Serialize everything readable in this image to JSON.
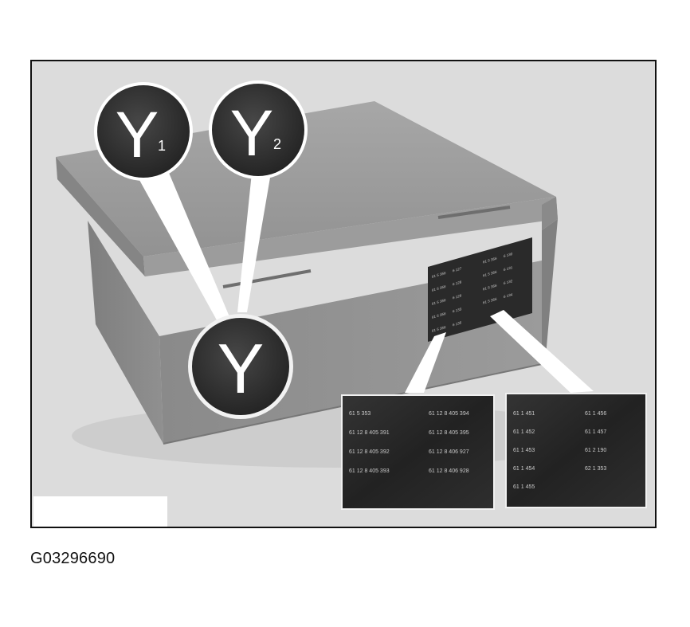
{
  "figure": {
    "id": "G03296690"
  },
  "callouts": {
    "badge_y1": {
      "letter": "Y",
      "sub": "1"
    },
    "badge_y2": {
      "letter": "Y",
      "sub": "2"
    },
    "badge_y": {
      "letter": "Y"
    }
  },
  "label_sheet": {
    "box_rows": [
      [
        "61 5 356",
        "6 127",
        "61 5 356",
        "6 130"
      ],
      [
        "61 5 356",
        "6 128",
        "61 5 356",
        "6 131"
      ],
      [
        "61 5 356",
        "6 129",
        "61 5 356",
        "6 132"
      ],
      [
        "61 5 356",
        "6 133",
        "61 5 356",
        "6 134"
      ],
      [
        "61 5 356",
        "6 135",
        "",
        ""
      ]
    ],
    "left_panel": [
      [
        "61 5 353",
        "61 12 8 405 394"
      ],
      [
        "61 12 8 405 391",
        "61 12 8 405 395"
      ],
      [
        "61 12 8 405 392",
        "61 12 8 406 927"
      ],
      [
        "61 12 8 405 393",
        "61 12 8 406 928"
      ]
    ],
    "right_panel": [
      [
        "61 1 451",
        "61 1 456"
      ],
      [
        "61 1 452",
        "61 1 457"
      ],
      [
        "61 1 453",
        "61 2 190"
      ],
      [
        "61 1 454",
        "62 1 353"
      ],
      [
        "61 1 455",
        ""
      ]
    ]
  },
  "colors": {
    "background": "#dcdcdc",
    "box_top": "#9a9a9a",
    "box_front": "#8d8d8d",
    "badge": "#2f2f2f",
    "panel": "#2a2a2a"
  }
}
